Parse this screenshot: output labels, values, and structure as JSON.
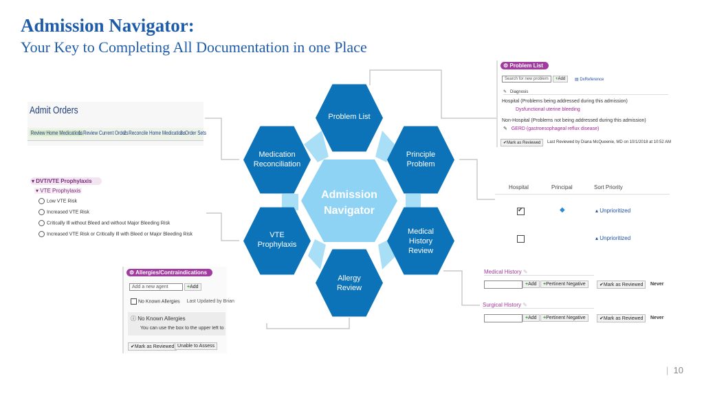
{
  "title": "Admission Navigator:",
  "subtitle": "Your Key to Completing All Documentation in one Place",
  "hexes": {
    "center": "Admission Navigator",
    "problem_list": "Problem List",
    "principle_problem": "Principle Problem",
    "medical_history": "Medical History Review",
    "allergy_review": "Allergy Review",
    "vte": "VTE Prophylaxis",
    "med_rec": "Medication Reconciliation"
  },
  "admit_orders": {
    "title": "Admit Orders",
    "tab_active": "Review Home Medications",
    "tab_1": "1. Review Current Orders",
    "tab_2": "2. Reconcile Home Medications",
    "tab_3": "3. Order Sets"
  },
  "dvt": {
    "header": "DVT/VTE Prophylaxis",
    "sub": "VTE Prophylaxis",
    "options": [
      "Low VTE Risk",
      "Increased VTE Risk",
      "Critically Ill without Bleed and without Major Bleeding Risk",
      "Increased VTE Risk or Critically Ill with Bleed or Major Bleeding Risk"
    ]
  },
  "allergies": {
    "header": "Allergies/Contraindications",
    "placeholder": "Add a new agent",
    "add": "Add",
    "nka_check": "No Known Allergies",
    "last_updated": "Last Updated by Brian",
    "nka_title": "No Known Allergies",
    "nka_text": "You can use the box to the upper left to add a",
    "mark_reviewed": "Mark as Reviewed",
    "unable": "Unable to Assess"
  },
  "problem_list": {
    "header": "Problem List",
    "placeholder": "Search for new problem",
    "add": "Add",
    "dx": "DxReference",
    "col": "Diagnosis",
    "hospital": "Hospital (Problems being addressed during this admission)",
    "hospital_item": "Dysfunctional uterine bleeding",
    "nonhospital": "Non-Hospital (Problems not being addressed during this admission)",
    "nonhospital_item": "GERD (gastroesophageal reflux disease)",
    "mark_reviewed": "Mark as Reviewed",
    "last_reviewed": "Last Reviewed by Diana McQueenie, MD on 10/1/2018 at 10:52 AM"
  },
  "priority": {
    "col_hospital": "Hospital",
    "col_principal": "Principal",
    "col_sort": "Sort Priority",
    "row1_sort": "Unprioritized",
    "row2_sort": "Unprioritized"
  },
  "history": {
    "medical": "Medical History",
    "surgical": "Surgical History",
    "add": "Add",
    "pertinent": "Pertinent Negative",
    "mark": "Mark as Reviewed",
    "never": "Never"
  },
  "page_number": "10",
  "colors": {
    "title": "#1e5ba8",
    "hex_dark": "#0c73b8",
    "hex_light": "#8fd3f4",
    "connector": "#a8def6",
    "purple": "#a23aa0"
  }
}
